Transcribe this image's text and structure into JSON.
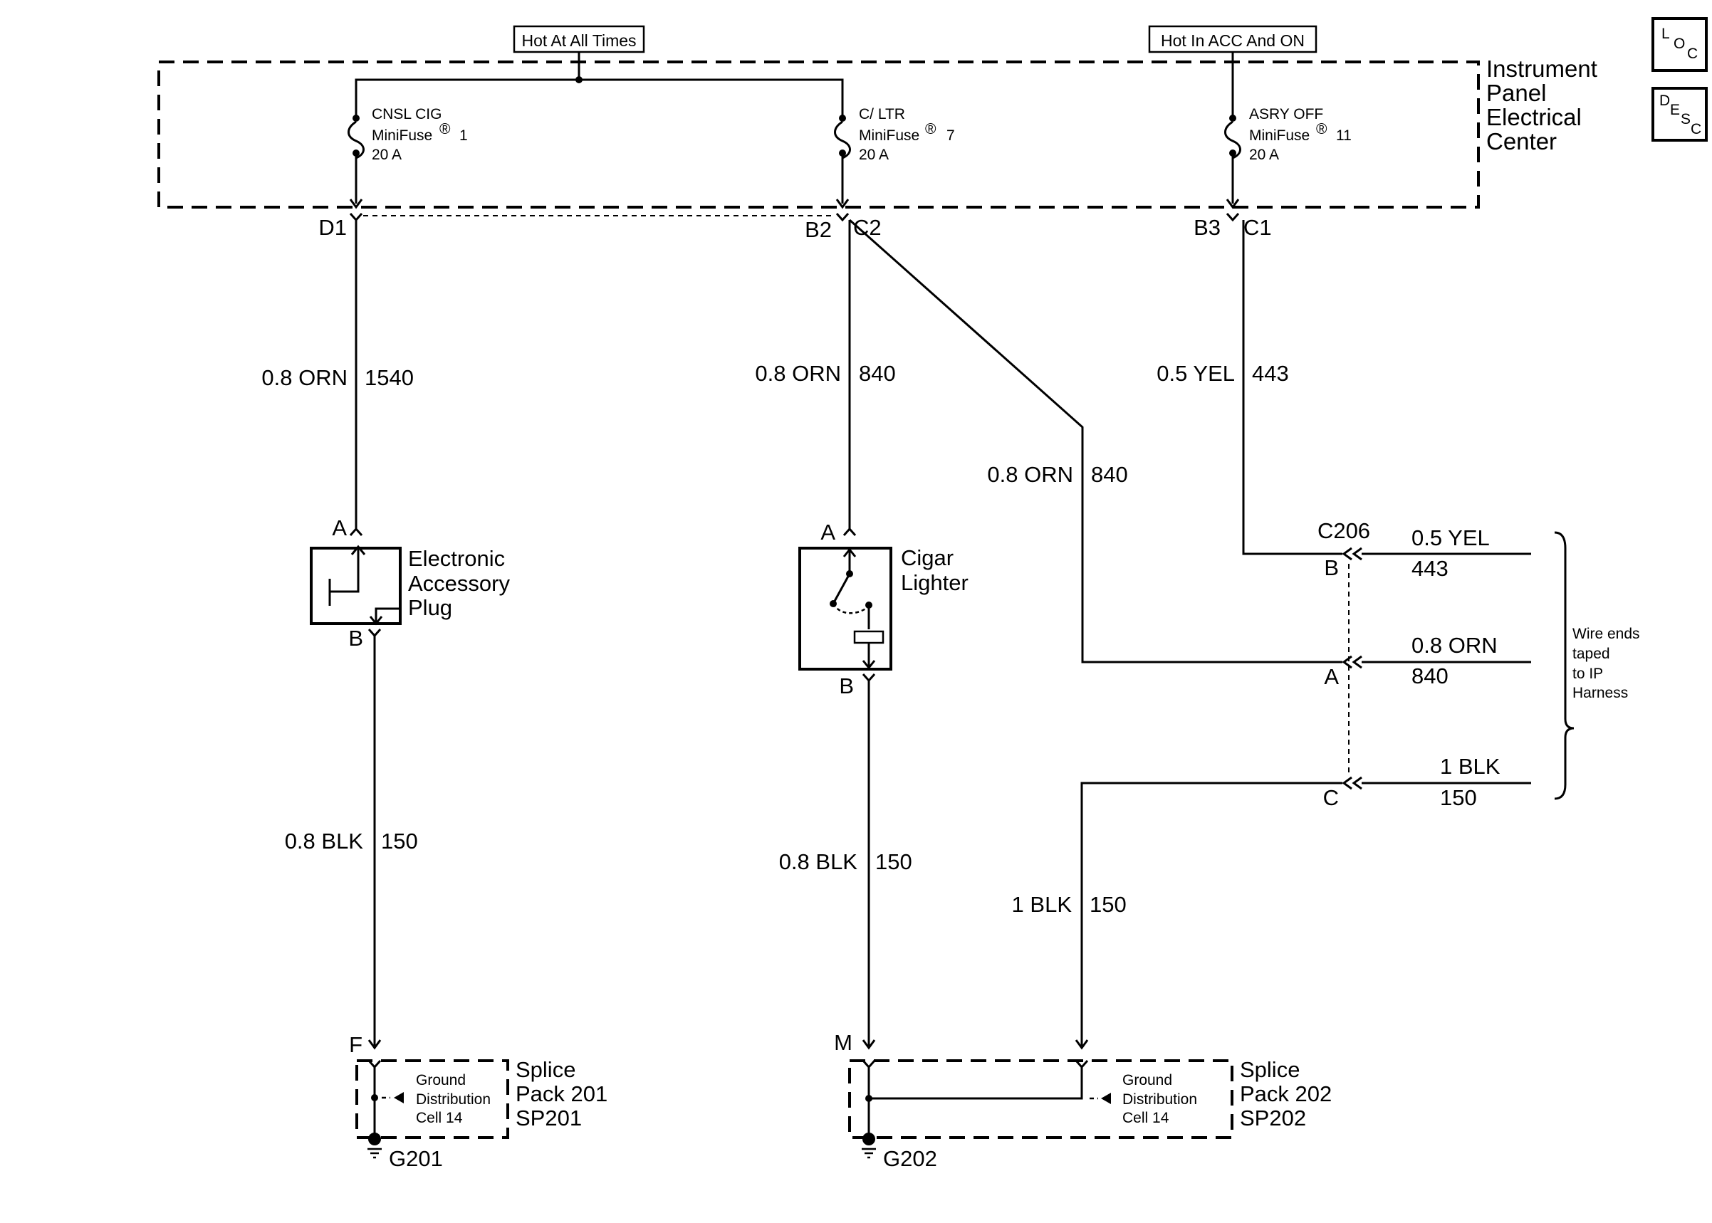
{
  "power": {
    "hot_at_all_times": "Hot At All Times",
    "hot_in_acc_on": "Hot In ACC And ON"
  },
  "ipec": {
    "title_line1": "Instrument",
    "title_line2": "Panel",
    "title_line3": "Electrical",
    "title_line4": "Center"
  },
  "fuses": [
    {
      "name": "CNSL CIG",
      "type": "MiniFuse",
      "number": "1",
      "rating": "20 A",
      "pins": [
        "D1"
      ]
    },
    {
      "name": "C/ LTR",
      "type": "MiniFuse",
      "number": "7",
      "rating": "20 A",
      "pins": [
        "B2",
        "C2"
      ]
    },
    {
      "name": "ASRY OFF",
      "type": "MiniFuse",
      "number": "11",
      "rating": "20 A",
      "pins": [
        "B3",
        "C1"
      ]
    }
  ],
  "registered_mark": "®",
  "wires": {
    "w1540": {
      "gauge": "0.8 ORN",
      "circuit": "1540"
    },
    "w840a": {
      "gauge": "0.8 ORN",
      "circuit": "840"
    },
    "w840b": {
      "gauge": "0.8 ORN",
      "circuit": "840"
    },
    "w443": {
      "gauge": "0.5 YEL",
      "circuit": "443"
    },
    "w150a": {
      "gauge": "0.8 BLK",
      "circuit": "150"
    },
    "w150b": {
      "gauge": "0.8 BLK",
      "circuit": "150"
    },
    "w150c": {
      "gauge": "1 BLK",
      "circuit": "150"
    }
  },
  "components": {
    "accessory_plug": {
      "line1": "Electronic",
      "line2": "Accessory",
      "line3": "Plug",
      "pin_in": "A",
      "pin_out": "B"
    },
    "cigar_lighter": {
      "line1": "Cigar",
      "line2": "Lighter",
      "pin_in": "A",
      "pin_out": "B"
    }
  },
  "c206": {
    "name": "C206",
    "pins": [
      {
        "pin": "B",
        "gauge": "0.5 YEL",
        "circuit": "443"
      },
      {
        "pin": "A",
        "gauge": "0.8 ORN",
        "circuit": "840"
      },
      {
        "pin": "C",
        "gauge": "1 BLK",
        "circuit": "150"
      }
    ],
    "note_line1": "Wire ends",
    "note_line2": "taped",
    "note_line3": "to IP",
    "note_line4": "Harness"
  },
  "splice_packs": [
    {
      "pin": "F",
      "cell_line1": "Ground",
      "cell_line2": "Distribution",
      "cell_line3": "Cell 14",
      "title_line1": "Splice",
      "title_line2": "Pack 201",
      "title_line3": "SP201",
      "ground": "G201"
    },
    {
      "pin": "M",
      "cell_line1": "Ground",
      "cell_line2": "Distribution",
      "cell_line3": "Cell 14",
      "title_line1": "Splice",
      "title_line2": "Pack 202",
      "title_line3": "SP202",
      "ground": "G202"
    }
  ],
  "icons": {
    "loc": {
      "l": "L",
      "o": "O",
      "c": "C"
    },
    "desc": {
      "d": "D",
      "e": "E",
      "s": "S",
      "c": "C"
    }
  }
}
